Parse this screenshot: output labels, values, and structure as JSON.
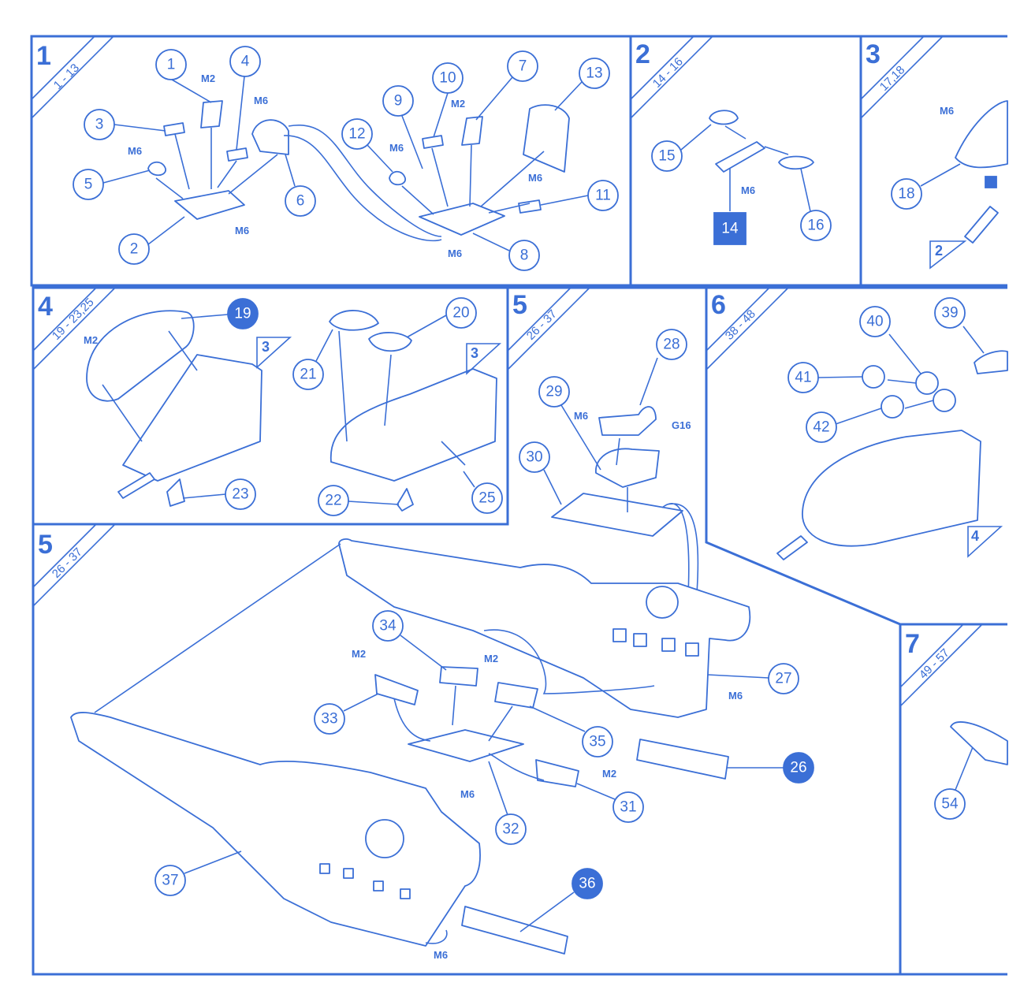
{
  "colors": {
    "ink": "#3b6fd6",
    "paper": "#ffffff",
    "highlight": "#3b6fd6"
  },
  "steps": {
    "s1": {
      "number": "1",
      "range": "1 - 13"
    },
    "s2": {
      "number": "2",
      "range": "14 - 16"
    },
    "s3": {
      "number": "3",
      "range": "17,18"
    },
    "s4": {
      "number": "4",
      "range": "19 - 23,25"
    },
    "s5a": {
      "number": "5",
      "range": "26 - 37"
    },
    "s6": {
      "number": "6",
      "range": "38 - 48"
    },
    "s5b": {
      "number": "5",
      "range": "26 - 37"
    },
    "s7": {
      "number": "7",
      "range": "49 - 57"
    }
  },
  "refs": {
    "r3a": "3",
    "r3b": "3",
    "r2": "2",
    "r4": "4"
  },
  "codes": {
    "m2": "M2",
    "m6": "M6",
    "g16": "G16"
  },
  "parts": {
    "p1": "1",
    "p2": "2",
    "p3": "3",
    "p4": "4",
    "p5": "5",
    "p6": "6",
    "p7": "7",
    "p8": "8",
    "p9": "9",
    "p10": "10",
    "p11": "11",
    "p12": "12",
    "p13": "13",
    "p14": "14",
    "p15": "15",
    "p16": "16",
    "p18": "18",
    "p19": "19",
    "p20": "20",
    "p21": "21",
    "p22": "22",
    "p23": "23",
    "p25": "25",
    "p26": "26",
    "p27": "27",
    "p28": "28",
    "p29": "29",
    "p30": "30",
    "p31": "31",
    "p32": "32",
    "p33": "33",
    "p34": "34",
    "p35": "35",
    "p36": "36",
    "p37": "37",
    "p39": "39",
    "p40": "40",
    "p41": "41",
    "p42": "42",
    "p54": "54"
  }
}
